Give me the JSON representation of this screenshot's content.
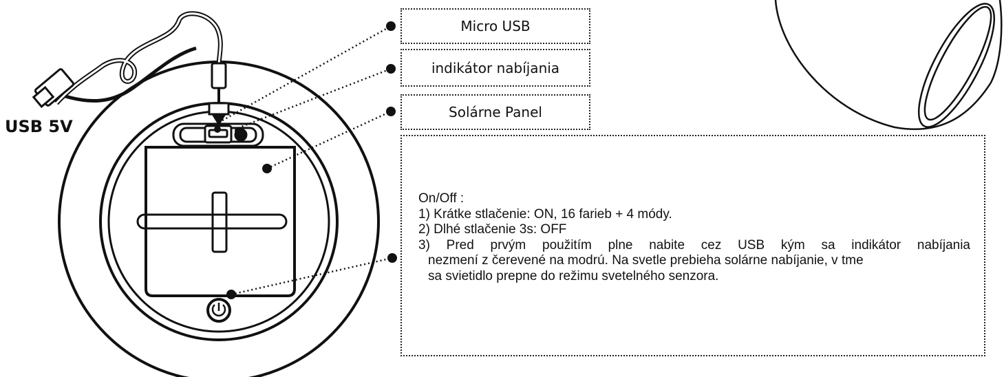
{
  "usb_label": "USB 5V",
  "labels": {
    "micro_usb": "Micro USB",
    "charge_indicator": "indikátor nabíjania",
    "solar_panel": "Solárne Panel"
  },
  "info": {
    "heading": "On/Off :",
    "lines": [
      "1) Krátke stlačenie: ON, 16 farieb + 4 módy.",
      "2) Dlhé stlačenie 3s: OFF",
      "3) Pred prvým použitím plne nabite cez USB kým sa indikátor nabíjania",
      "nezmení z čerevené na modrú. Na svetle prebieha solárne nabíjanie, v tme",
      "sa svietidlo prepne do režimu svetelného senzora."
    ]
  },
  "icons": [
    "usb-cable-icon",
    "power-button-icon",
    "lamp-sphere-icon"
  ],
  "colors": {
    "line": "#111111",
    "background": "#ffffff"
  }
}
